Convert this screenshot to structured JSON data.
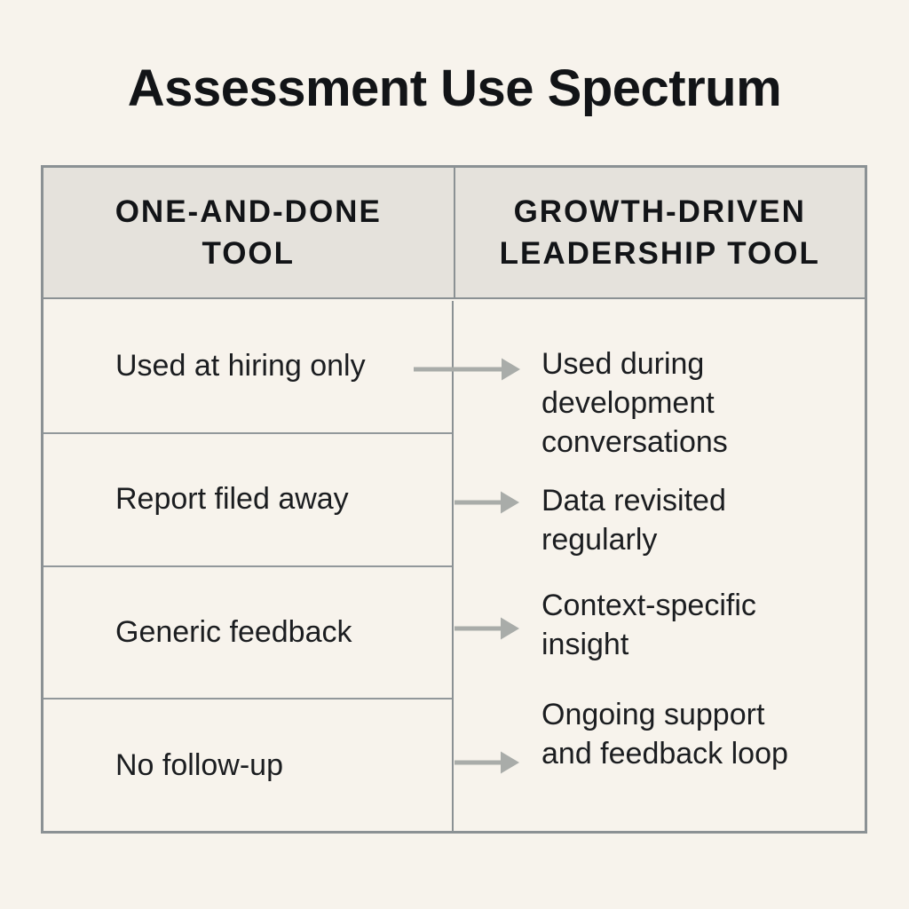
{
  "title": "Assessment Use Spectrum",
  "colors": {
    "bg": "#f7f3ec",
    "header-bg": "#e5e2dc",
    "border": "#8b9194",
    "row-line": "#92989b",
    "arrow": "#a9aca9",
    "text": "#1b1d20",
    "title": "#121417"
  },
  "table": {
    "headers": [
      {
        "label": "ONE-AND-DONE TOOL",
        "lines": [
          "ONE-AND-DONE",
          "TOOL"
        ]
      },
      {
        "label": "GROWTH-DRIVEN LEADERSHIP TOOL",
        "lines": [
          "GROWTH-DRIVEN",
          "LEADERSHIP TOOL"
        ]
      }
    ],
    "left_items": [
      "Used at hiring only",
      "Report filed away",
      "Generic feedback",
      "No follow-up"
    ],
    "right_items": [
      {
        "label": "Used during development conversations",
        "lines": [
          "Used during",
          "development",
          "conversations"
        ]
      },
      {
        "label": "Data revisited regularly",
        "lines": [
          "Data revisited",
          "regularly"
        ]
      },
      {
        "label": "Context-specific insight",
        "lines": [
          "Context-specific",
          "insight"
        ]
      },
      {
        "label": "Ongoing support and feedback loop",
        "lines": [
          "Ongoing support",
          "and feedback loop"
        ]
      }
    ],
    "arrow_icon": "right-arrow-icon"
  }
}
